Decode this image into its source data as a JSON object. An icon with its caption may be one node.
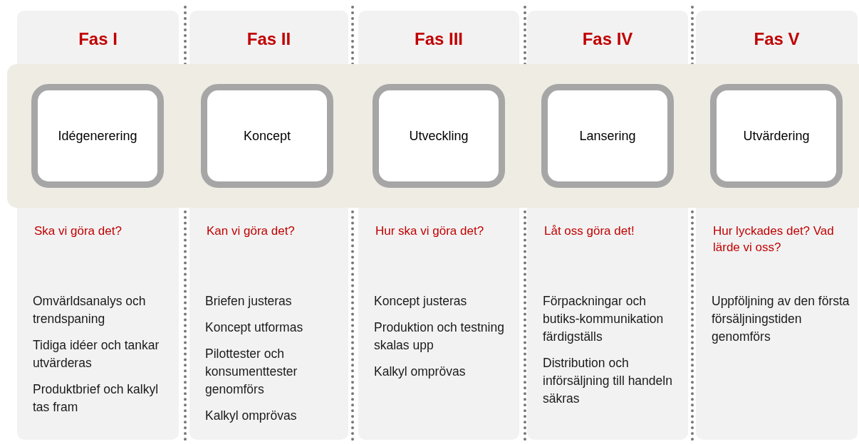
{
  "diagram": {
    "nodes": [
      {
        "text": [
          "Fas I",
          "Ska vi göra det?",
          "Omvärldsanalys och trendspaning",
          "Tidiga idéer och tankar utvärderas",
          "Produktbrief och kalkyl tas fram"
        ]
      },
      {
        "text": [
          "Idégenerering"
        ],
        "in": 0
      },
      {
        "text": [
          "Fas II",
          "Kan vi göra det?",
          "Briefen justeras",
          "Koncept utformas",
          "Pilottester och konsumenttester genomförs",
          "Kalkyl omprövas"
        ]
      },
      {
        "text": [
          "Koncept"
        ],
        "in": 2
      },
      {
        "text": [
          "Fas III",
          "Hur ska vi göra det?",
          "Koncept justeras",
          "Produktion och testning skalas upp",
          "Kalkyl omprövas"
        ]
      },
      {
        "text": [
          "Utveckling"
        ],
        "in": 4
      },
      {
        "text": [
          "Fas IV",
          "Låt oss göra det!",
          "Förpackningar och butiks-kommunikation färdigställs",
          "Distribution och införsäljning till handeln säkras"
        ]
      },
      {
        "text": [
          "Lansering"
        ],
        "in": 6
      },
      {
        "text": [
          "Fas V",
          "Hur lyckades det? Vad lärde vi oss?",
          "Uppföljning av den första försäljningstiden genomförs"
        ]
      },
      {
        "text": [
          "Utvärdering"
        ],
        "in": 8
      }
    ],
    "edges": []
  }
}
